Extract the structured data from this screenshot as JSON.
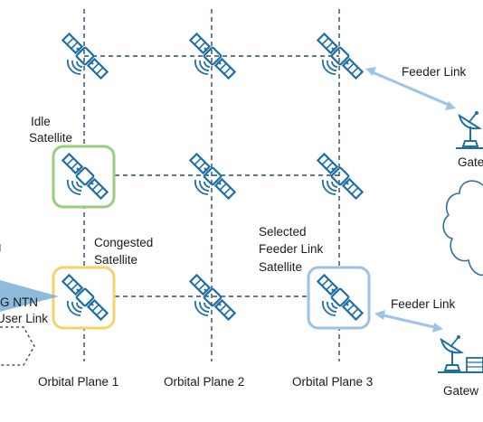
{
  "labels": {
    "idle_line1": "Idle",
    "idle_line2": "Satellite",
    "congested_line1": "Congested",
    "congested_line2": "Satellite",
    "selected_line1": "Selected",
    "selected_line2": "Feeder Link",
    "selected_line3": "Satellite",
    "feeder_link_top": "Feeder Link",
    "feeder_link_bottom": "Feeder Link",
    "gateway_top": "Gatew",
    "gateway_bottom": "Gatew",
    "ntn_line1": "G NTN",
    "ntn_line2": "User Link"
  },
  "planes": [
    "Orbital Plane 1",
    "Orbital Plane 2",
    "Orbital Plane 3"
  ],
  "colors": {
    "satellite": "#1f6fa6",
    "grid_line": "#2b4a6f",
    "idle_highlight": "#9acd7c",
    "congested_highlight": "#f2d46b",
    "selected_highlight": "#9fc2e0",
    "feeder_arrow": "#9dc3e6",
    "cloud_stroke": "#2f6fa5",
    "user_beam": "#7aaed6"
  },
  "icons": {
    "satellite": "satellite-icon",
    "gateway": "gateway-antenna-icon",
    "cloud": "cloud-icon"
  }
}
